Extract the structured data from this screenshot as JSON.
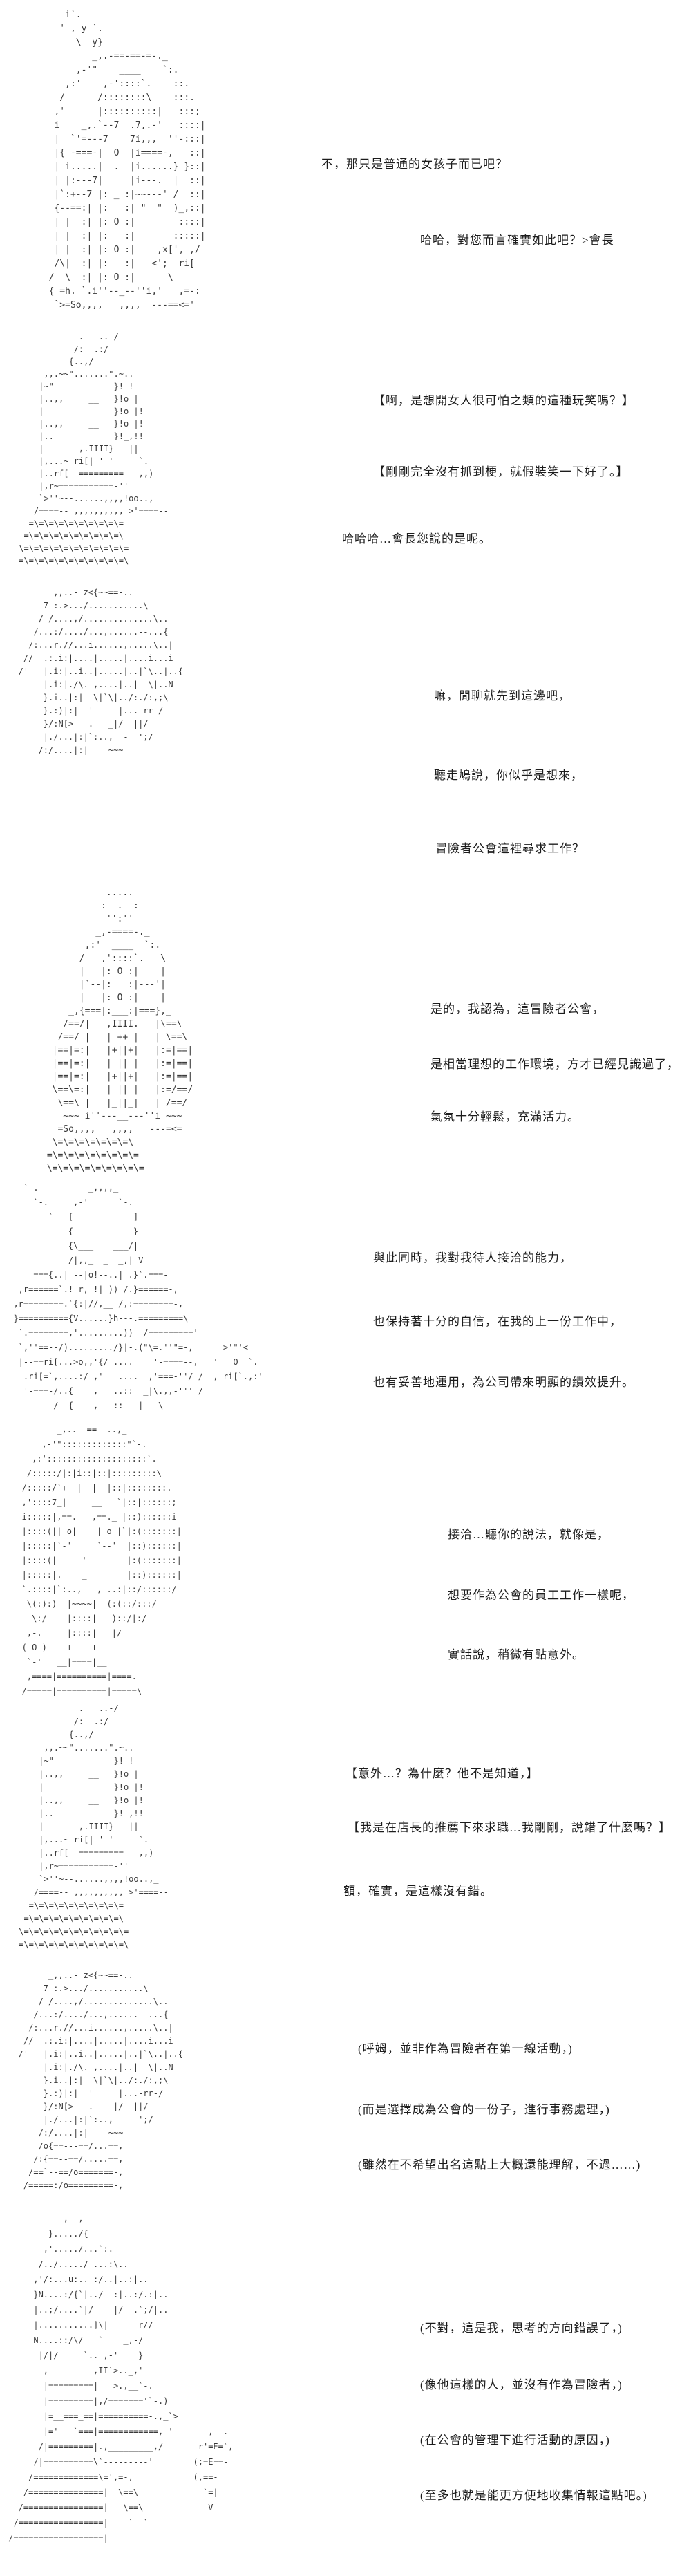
{
  "page": {
    "background_color": "#ffffff",
    "text_color": "#1c1c1c",
    "aa_color": "#3a3a3a"
  },
  "dialogue": {
    "d01": "不，那只是普通的女孩子而已吧？",
    "d02": "哈哈，對您而言確實如此吧？>會長",
    "d03": "【啊，是想開女人很可怕之類的這種玩笑嗎？】",
    "d04": "【剛剛完全沒有抓到梗，就假裝笑一下好了。】",
    "d05": "哈哈哈…會長您說的是呢。",
    "d06": "嘛，閒聊就先到這邊吧，",
    "d07": "聽走鳩說，你似乎是想來，",
    "d08": "冒險者公會這裡尋求工作？",
    "d09": "是的，我認為，這冒險者公會，",
    "d10": "是相當理想的工作環境，方才已經見識過了，",
    "d11": "氣氛十分輕鬆，充滿活力。",
    "d12": "與此同時，我對我待人接洽的能力，",
    "d13": "也保持著十分的自信，在我的上一份工作中，",
    "d14": "也有妥善地運用，為公司帶來明顯的績效提升。",
    "d15": "接洽…聽你的說法，就像是，",
    "d16": "想要作為公會的員工工作一樣呢，",
    "d17": "實話說，稍微有點意外。",
    "d18": "【意外…？為什麼？他不是知道，】",
    "d19": "【我是在店長的推薦下來求職…我剛剛，說錯了什麼嗎？】",
    "d20": "額，確實，是這樣沒有錯。",
    "d21": "(呼姆，並非作為冒險者在第一線活動，)",
    "d22": "(而是選擇成為公會的一份子，進行事務處理，)",
    "d23": "(雖然在不希望出名這點上大概還能理解，不過……)",
    "d24": "(不對，這是我，思考的方向錯誤了，)",
    "d25": "(像他這樣的人，並沒有作為冒險者，)",
    "d26": "(在公會的管理下進行活動的原因，)",
    "d27": "(至多也就是能更方便地收集情報這點吧。)"
  },
  "ascii_art": {
    "aa1_knight_bust": [
      "     i`.",
      "    ' , y `.",
      "       \\  y}",
      "          _,.-==-==-=-._",
      "       ,-'\"    ____    `:.",
      "     ,:'    ,-'::::`.    ::.",
      "    /      /::::::::\\    :::.",
      "   ,'      |::::::::::|   :::;",
      "   i    _,.`--7  .7,.-'   ::::|",
      "   |  `'=---7    7i,,,  ''-:::|",
      "   |{ -===-|  O  |i====-,   ::|",
      "   | i.....|  .  |i......} }::|",
      "   | |:---7|     |i---.  |  ::|",
      "   |`:+--7 |: _ :|~~---' /  ::|",
      "   {--==:| |:   :| \"  \"  )_,::|",
      "   | |  :| |: O :|        ::::|",
      "   | |  :| |:   :|       :::::|",
      "   | |  :| |: O :|    ,x[', ,/",
      "   /\\|  :| |:   :|   <';  ri[",
      "  /  \\  :| |: O :|      \\",
      "  { =h. `.i''--_--''i,'   ,=-:",
      "   `>=So,,,,   ,,,,  ---==<='"
    ],
    "aa2_hooded_figure": [
      "             .   ..-/",
      "            /:  .:/",
      "           {..,/",
      "      ,,.~~\".......\".~..",
      "     |~\"            }! !",
      "     |..,,     __   }!o |",
      "     |              }!o |!",
      "     |..,,     __   }!o |!",
      "     |..            }!_,!!",
      "     |       ,.IIII}   ||",
      "     |,...~ ri[| ' '     `.",
      "     |..rf[  =========   ,,)",
      "     |,r~===========-''",
      "     `>''~--......,,,,!oo..,_",
      "    /====-- ,,,,,,,,,, >'====--",
      "   =\\=\\=\\=\\=\\=\\=\\=\\=\\=",
      "  =\\=\\=\\=\\=\\=\\=\\=\\=\\=\\",
      " \\=\\=\\=\\=\\=\\=\\=\\=\\=\\=\\=",
      " =\\=\\=\\=\\=\\=\\=\\=\\=\\=\\=\\"
    ],
    "aa3_ponytail_girl": [
      "         _,,..- z<{~~==-..",
      "        7 :.>.../...........\\",
      "       / /....,/..............\\..",
      "      /...:/..../...,......--...{",
      "     /:...r.//...i......,.....\\..|",
      "    //  .:.i:|....|.....|....i...i",
      "   /'   |.i:|..i..|.....|..|`\\..|..{",
      "        |.i:|./\\.|,....|..|  \\|..N",
      "        }.i..|:|  \\|`\\|../:./:,;\\",
      "        }.:)|:|  '     |...-rr-/",
      "        }/:N[>   .   _|/  ||/",
      "        |./...|:|`:..,  -  ';/",
      "       /:/....|:|    ~~~"
    ],
    "aa4_knight_full": [
      "            .....",
      "           :  .  :",
      "            '':''",
      "          _,-====-._",
      "        ,:'  ____  `:.",
      "       /   ,'::::`.   \\",
      "       |   |: O :|    |",
      "       |`--|:   :|---'|",
      "       |   |: O :|    |",
      "     _,{===|:___:|===},_",
      "    /==/|   ,IIII.   |\\==\\",
      "   /==/ |   | ++ |   | \\==\\",
      "  |==|=:|   |+||+|   |:=|==|",
      "  |==|=:|   | || |   |:=|==|",
      "  |==|=:|   |+||+|   |:=|==|",
      "  \\==\\=:|   | || |   |:=/==/",
      "   \\==\\ |   |_||_|   | /==/",
      "    ~~~ i''---__---''i ~~~",
      "   =So,,,,   ,,,,   ---=<=",
      "  \\=\\=\\=\\=\\=\\=\\=\\",
      " =\\=\\=\\=\\=\\=\\=\\=\\=",
      " \\=\\=\\=\\=\\=\\=\\=\\=\\="
    ],
    "aa5_dark_figure_bird": [
      "    `-.          _,,,,_",
      "      `-.     ,-'      `-.",
      "         `-  [            ]",
      "             {            }",
      "             {\\___    ___/|",
      "             /|,,_  _  _,| V",
      "      ==={..| --|o!--..| .}`.===-",
      "   ,r======`.! r, !| )) /.}======-,",
      "  ,r========.`{:|//,__ /,:========-,",
      "  }=========={V......}h---.=========\\",
      "   `.========,'.........))  /========='",
      "   `,''==--/)........./}|-.(\"\\=.''\"=-,      >'\"'<",
      "   |--==ri[...>o,,'{/ ....    '-====--,   '   O  `.",
      "    .ri[=`,....:/_,'   ....  ,'===-''/ /  , ri[`.,:'",
      "    '-===-/..{   |,   ..::  _|\\.,,-''' /",
      "          /  {   |,   ::   |   \\"
    ],
    "aa6_girl_teacup": [
      "          _,..--==--..,_",
      "       ,-'\":::::::::::::\"`-.",
      "     ,:'::::::::::::::::::::`.",
      "    /:::::/|:|i::|::|:::::::::\\",
      "   /:::::/`+--|--|--|::|::::::::.",
      "   ,'::::7_|     __   `|::|::::::;",
      "   i:::::|,==.   ,==._ |::)::::::i",
      "   |::::(|| o|    | o |`|:(:::::::|",
      "   |:::::|`-'     `--'  |::)::::::|",
      "   |::::(|     '        |:(:::::::|",
      "   |:::::|.    _        |::)::::::|",
      "   `.::::|`:.., _ , ..:|::/::::::/",
      "    \\(:):)  |~~~~|  (:(::/:::/",
      "     \\:/    |::::|   )::/|:/",
      "    ,-.     |::::|   |/",
      "   ( O )----+----+",
      "    `-'   __|====|__",
      "    ,====|==========|====.",
      "   /=====|==========|=====\\"
    ],
    "aa7_hooded_figure_2": [
      "             .   ..-/",
      "            /:  .:/",
      "           {..,/",
      "      ,,.~~\".......\".~..",
      "     |~\"            }! !",
      "     |..,,     __   }!o |",
      "     |              }!o |!",
      "     |..,,     __   }!o |!",
      "     |..            }!_,!!",
      "     |       ,.IIII}   ||",
      "     |,...~ ri[| ' '     `.",
      "     |..rf[  =========   ,,)",
      "     |,r~===========-''",
      "     `>''~--......,,,,!oo..,_",
      "    /====-- ,,,,,,,,,, >'====--",
      "   =\\=\\=\\=\\=\\=\\=\\=\\=\\=",
      "  =\\=\\=\\=\\=\\=\\=\\=\\=\\=\\",
      " \\=\\=\\=\\=\\=\\=\\=\\=\\=\\=\\=",
      " =\\=\\=\\=\\=\\=\\=\\=\\=\\=\\=\\"
    ],
    "aa8_ponytail_girl_2": [
      "         _,,..- z<{~~==-..",
      "        7 :.>.../...........\\",
      "       / /....,/..............\\..",
      "      /...:/..../...,......--...{",
      "     /:...r.//...i......,.....\\..|",
      "    //  .:.i:|....|.....|....i...i",
      "   /'   |.i:|..i..|.....|..|`\\..|..{",
      "        |.i:|./\\.|,....|..|  \\|..N",
      "        }.i..|:|  \\|`\\|../:./:,;\\",
      "        }.:)|:|  '     |...-rr-/",
      "        }/:N[>   .   _|/  ||/",
      "        |./...|:|`:..,  -  ';/",
      "       /:/....|:|    ~~~",
      "       /o{==---==/...==,",
      "      /:{==--==/.....==,",
      "     /==`--==/o=======-,",
      "    /=====:/o=========-,"
    ],
    "aa9_girl_desk": [
      "            ,--,",
      "         }...../{",
      "        ,'...../...`:.",
      "       /../...../|...:\\..",
      "      ,'/:...u:..|:/..|..:|..",
      "      }N....:/{`|../  :|..:/.:|..",
      "      |..;/....`|/    |/  .`;/|..",
      "      |...........]\\|      r//",
      "      N....::/\\/   `    _,-/",
      "       |/|/     `.._,-'    }",
      "        ,---------,II`>.._,'",
      "        |=========|   >.,__`-.",
      "        |=========|,/======='`-.)",
      "        |=__===_==|==========-.,_`>",
      "        |='   `===|============,-'       ,--.",
      "       /|=========|.,_________,/       r'=E=`,",
      "      /|==========\\`---------'        (;=E==-",
      "     /=============\\=',=-,            (,==-",
      "    /===============|  \\==\\             `=|",
      "   /================|   \\==\\             V",
      "  /=================|    `--`",
      " /==================|"
    ]
  }
}
